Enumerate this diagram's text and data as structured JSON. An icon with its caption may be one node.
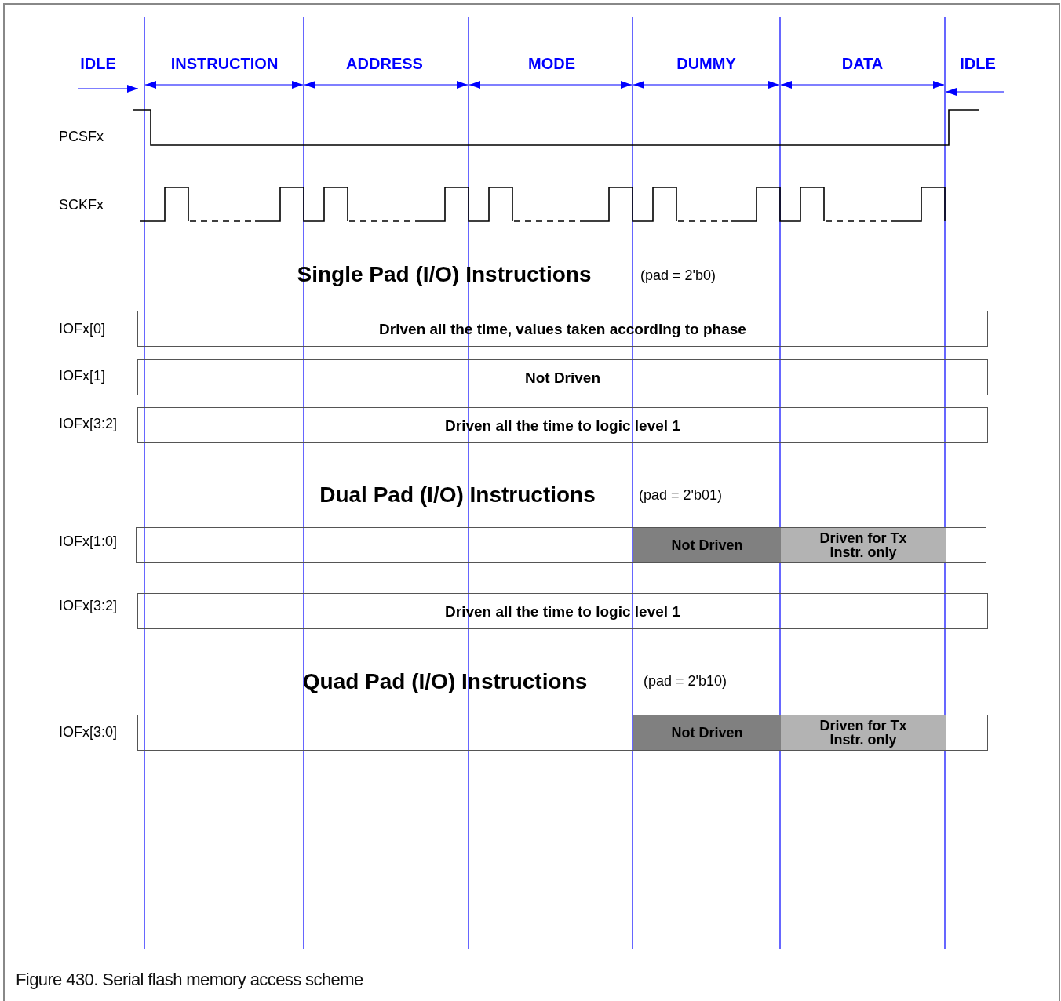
{
  "diagram": {
    "caption": "Figure 430.  Serial flash memory access scheme",
    "nodes": [
      {
        "text": [
          "Driven all the time, values taken according to phase"
        ],
        "beside": [
          "IOFx[0]"
        ]
      },
      {
        "text": [
          "Not Driven"
        ],
        "beside": [
          "IOFx[1]"
        ]
      },
      {
        "text": [
          "Driven all the time to logic level 1"
        ],
        "beside": [
          "IOFx[3:2]"
        ]
      },
      {
        "text": [],
        "shape": "box",
        "beside": [
          "IOFx[1:0]"
        ]
      },
      {
        "text": [
          "Not Driven"
        ],
        "in": 3
      },
      {
        "text": [
          "Driven for Tx Instr. only"
        ],
        "in": 3
      },
      {
        "text": [
          "Driven all the time to logic level 1"
        ],
        "beside": [
          "IOFx[3:2]"
        ]
      },
      {
        "text": [],
        "shape": "box",
        "beside": [
          "IOFx[3:0]"
        ]
      },
      {
        "text": [
          "Not Driven"
        ],
        "in": 7
      },
      {
        "text": [
          "Driven for Tx Instr. only"
        ],
        "in": 7
      }
    ],
    "labels": [
      "IDLE",
      "INSTRUCTION",
      "ADDRESS",
      "MODE",
      "DUMMY",
      "DATA",
      "IDLE",
      "PCSFx",
      "SCKFx",
      "Single Pad (I/O) Instructions",
      "(pad = 2'b0)",
      "Dual Pad (I/O) Instructions",
      "(pad = 2'b01)",
      "Quad Pad (I/O) Instructions",
      "(pad = 2'b10)"
    ]
  }
}
